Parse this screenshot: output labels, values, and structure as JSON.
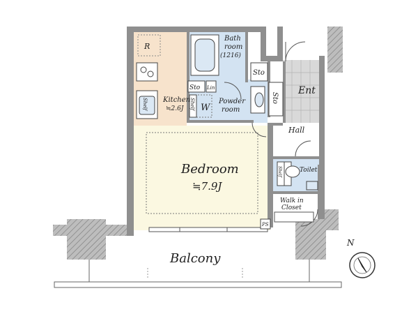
{
  "colors": {
    "kitchen_floor": "#f7e3cc",
    "bath_floor": "#d3e3f2",
    "bedroom_floor": "#fbf8e1",
    "wall": "#8f8f8f",
    "entrance_tile": "#d9d9d9"
  },
  "rooms": {
    "bedroom": {
      "label": "Bedroom",
      "size": "≒7.9J"
    },
    "kitchen": {
      "label": "Kitchen",
      "size": "≒2.6J"
    },
    "bathroom": {
      "label_line1": "Bath",
      "label_line2": "room",
      "size_note": "(1216)"
    },
    "powder_room": {
      "label_line1": "Powder",
      "label_line2": "room"
    },
    "toilet": {
      "label": "Toilet"
    },
    "walk_in_closet": {
      "label_line1": "Walk in",
      "label_line2": "Closet"
    },
    "hall": {
      "label": "Hall"
    },
    "entrance": {
      "label": "Ent"
    },
    "balcony": {
      "label": "Balcony"
    }
  },
  "fixtures": {
    "refrigerator": "R",
    "washer": "W",
    "linen": "Lin",
    "storage_kitchen": "Sto",
    "storage_hall_1": "Sto",
    "storage_hall_2": "Sto",
    "shelf_kitchen": "Shelf",
    "shelf_powder": "Shelf",
    "shelf_toilet": "Shelf",
    "pipe_space": "PS"
  },
  "compass": {
    "north": "N"
  }
}
